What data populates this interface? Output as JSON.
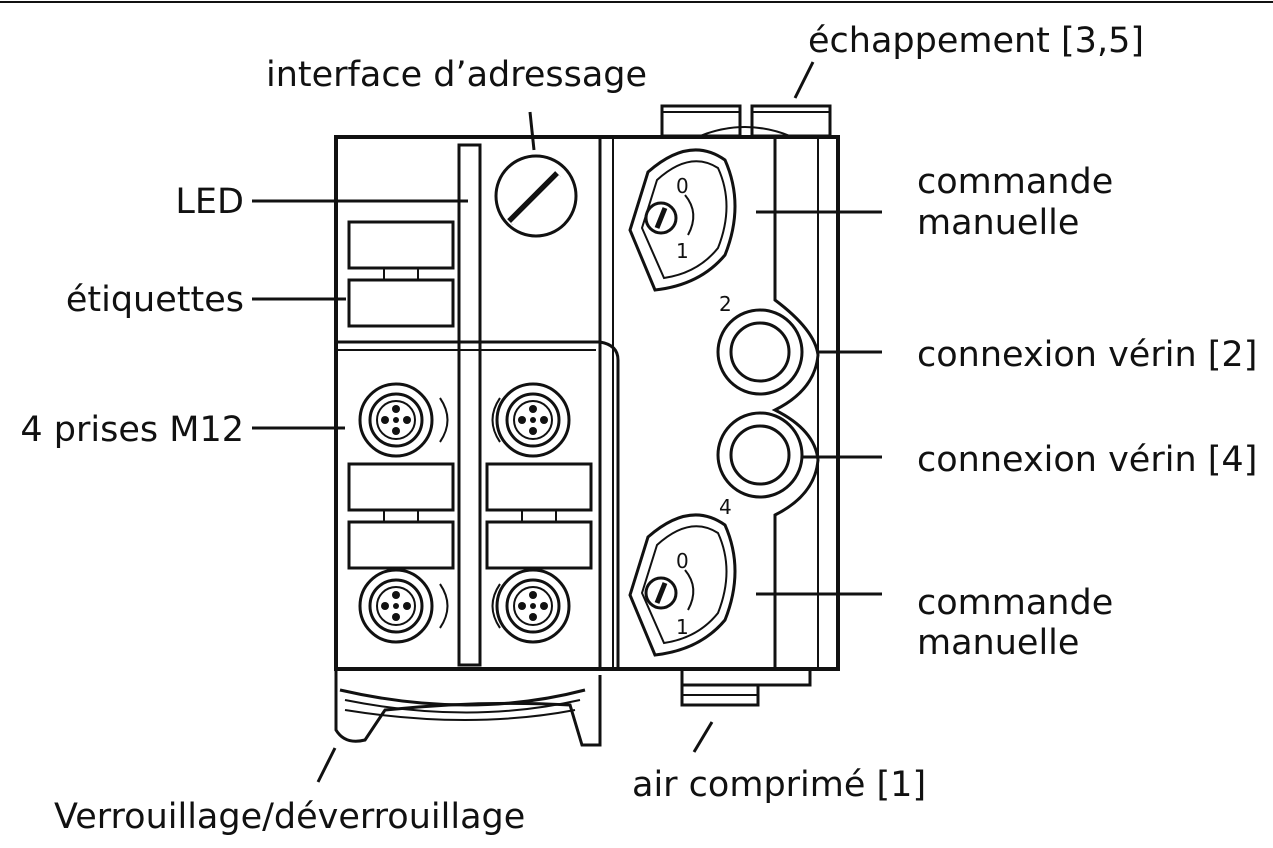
{
  "labels": {
    "exhaust": "échappement [3,5]",
    "addressing_interface": "interface d’adressage",
    "led": "LED",
    "labels_tag": "étiquettes",
    "m12_sockets": "4 prises M12",
    "manual_control_top_line1": "commande",
    "manual_control_top_line2": "manuelle",
    "cylinder_connection_2": "connexion vérin [2]",
    "cylinder_connection_4": "connexion vérin [4]",
    "manual_control_bottom_line1": "commande",
    "manual_control_bottom_line2": "manuelle",
    "compressed_air": "air comprimé [1]",
    "lock_unlock": "Verrouillage/déverrouillage"
  },
  "markings": {
    "dial_top_0": "0",
    "dial_top_1": "1",
    "dial_bottom_0": "0",
    "dial_bottom_1": "1",
    "port_2": "2",
    "port_4": "4"
  }
}
